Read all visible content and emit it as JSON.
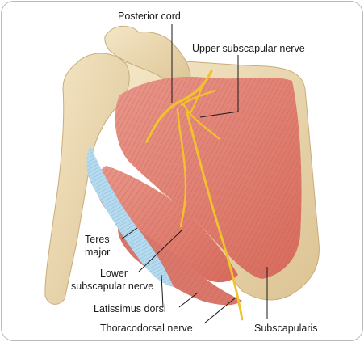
{
  "labels": {
    "posterior_cord": "Posterior cord",
    "upper_subscapular_nerve": "Upper subscapular nerve",
    "teres_major_line1": "Teres",
    "teres_major_line2": "major",
    "lower_subscapular_line1": "Lower",
    "lower_subscapular_line2": "subscapular nerve",
    "latissimus_dorsi": "Latissimus dorsi",
    "thoracodorsal_nerve": "Thoracodorsal nerve",
    "subscapularis": "Subscapularis"
  },
  "colors": {
    "bone": "#eedcb6",
    "bone_shadow": "#d6bd8e",
    "muscle": "#e0826f",
    "muscle_fiber": "#c9594a",
    "tendon": "#a8d3ea",
    "nerve": "#f2c12e",
    "leader_line": "#1a1a1a"
  }
}
